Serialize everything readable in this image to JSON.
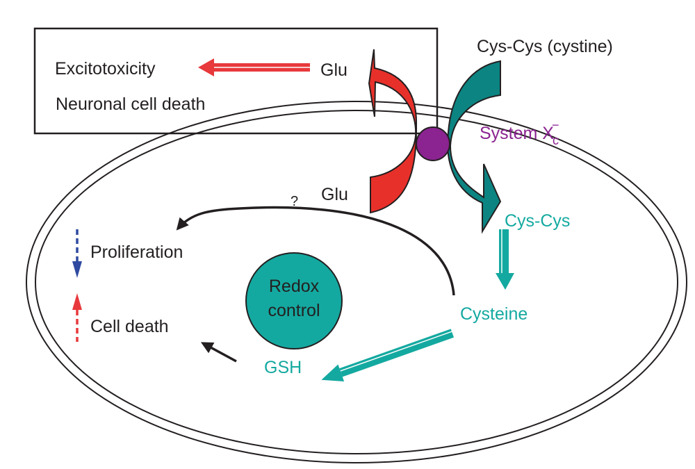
{
  "colors": {
    "glu_red": "#e8302a",
    "arrow_red": "#e8393c",
    "cystine_teal": "#0c8482",
    "light_teal": "#14a9a0",
    "system_purple": "#8b2391",
    "proliferation_blue": "#2f4aa0",
    "text_dark": "#231f20"
  },
  "outside_box": {
    "excitotoxicity": "Excitotoxicity",
    "neuronal_cell_death": "Neuronal cell death",
    "glu_outside": "Glu"
  },
  "transporter": {
    "cystine_label": "Cys-Cys (cystine)",
    "system_label": "System X",
    "system_sub": "c",
    "system_sup": "−"
  },
  "cell": {
    "glu_inside": "Glu",
    "question": "?",
    "cys_cys": "Cys-Cys",
    "cysteine": "Cysteine",
    "gsh": "GSH",
    "redox_line1": "Redox",
    "redox_line2": "control",
    "proliferation": "Proliferation",
    "cell_death": "Cell death"
  }
}
